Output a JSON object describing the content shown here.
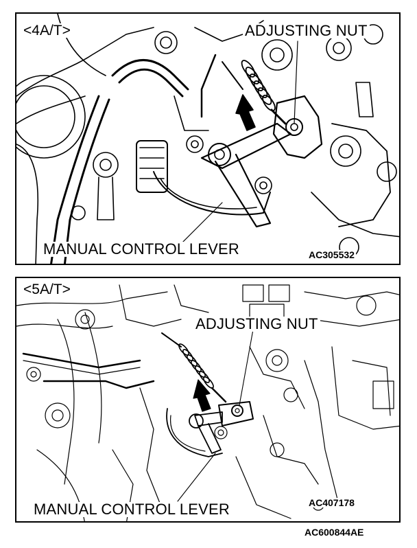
{
  "figure_id": "AC600844AE",
  "panels": [
    {
      "tag": "<4A/T>",
      "adjusting_nut_label": "ADJUSTING NUT",
      "manual_control_lever_label": "MANUAL CONTROL LEVER",
      "image_code": "AC305532"
    },
    {
      "tag": "<5A/T>",
      "adjusting_nut_label": "ADJUSTING NUT",
      "manual_control_lever_label": "MANUAL CONTROL LEVER",
      "image_code": "AC407178"
    }
  ]
}
